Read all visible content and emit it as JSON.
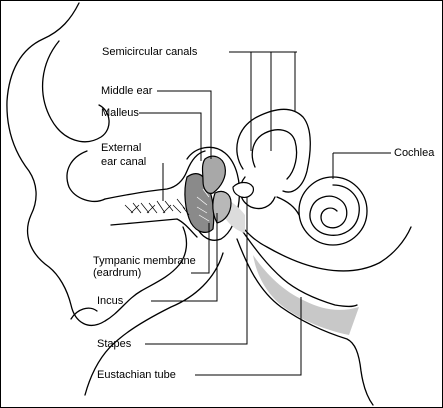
{
  "labels": {
    "semicircular_canals": "Semicircular canals",
    "middle_ear": "Middle ear",
    "malleus": "Malleus",
    "external_line1": "External",
    "external_line2": "ear canal",
    "cochlea": "Cochlea",
    "tympanic_line1": "Tympanic membrane",
    "tympanic_line2": "(eardrum)",
    "incus": "Incus",
    "stapes": "Stapes",
    "eustachian_tube": "Eustachian tube"
  },
  "colors": {
    "line": "#000000",
    "shade": "#c8c8c8",
    "dark_shade": "#8a8a8a",
    "background": "#ffffff"
  }
}
